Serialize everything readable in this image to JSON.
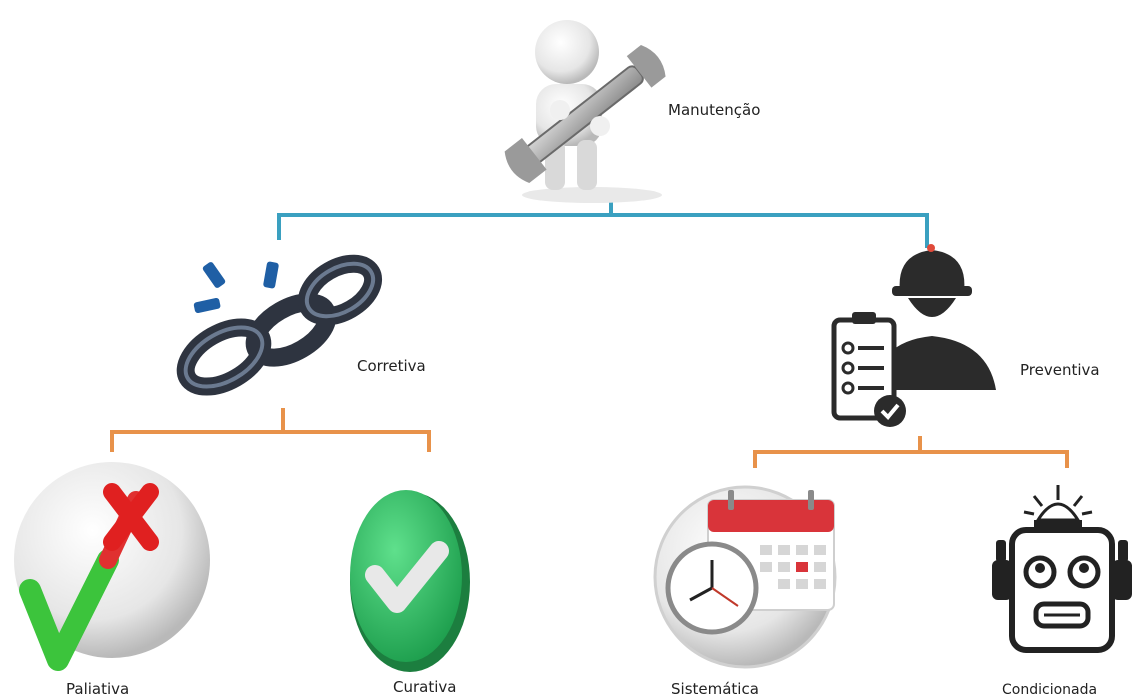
{
  "diagram": {
    "type": "tree",
    "colors": {
      "connector_top": "#3aa0c0",
      "connector_bottom": "#e8924a"
    },
    "root": {
      "label": "Manutenção",
      "icon": "worker-with-wrench-icon"
    },
    "branches": [
      {
        "label": "Corretiva",
        "icon": "broken-chain-icon",
        "children": [
          {
            "label": "Paliativa",
            "icon": "check-cross-icon"
          },
          {
            "label": "Curativa",
            "icon": "green-check-icon"
          }
        ]
      },
      {
        "label": "Preventiva",
        "icon": "engineer-checklist-icon",
        "children": [
          {
            "label": "Sistemática",
            "icon": "calendar-clock-icon"
          },
          {
            "label": "Condicionada",
            "icon": "robot-alarm-icon"
          }
        ]
      }
    ]
  }
}
